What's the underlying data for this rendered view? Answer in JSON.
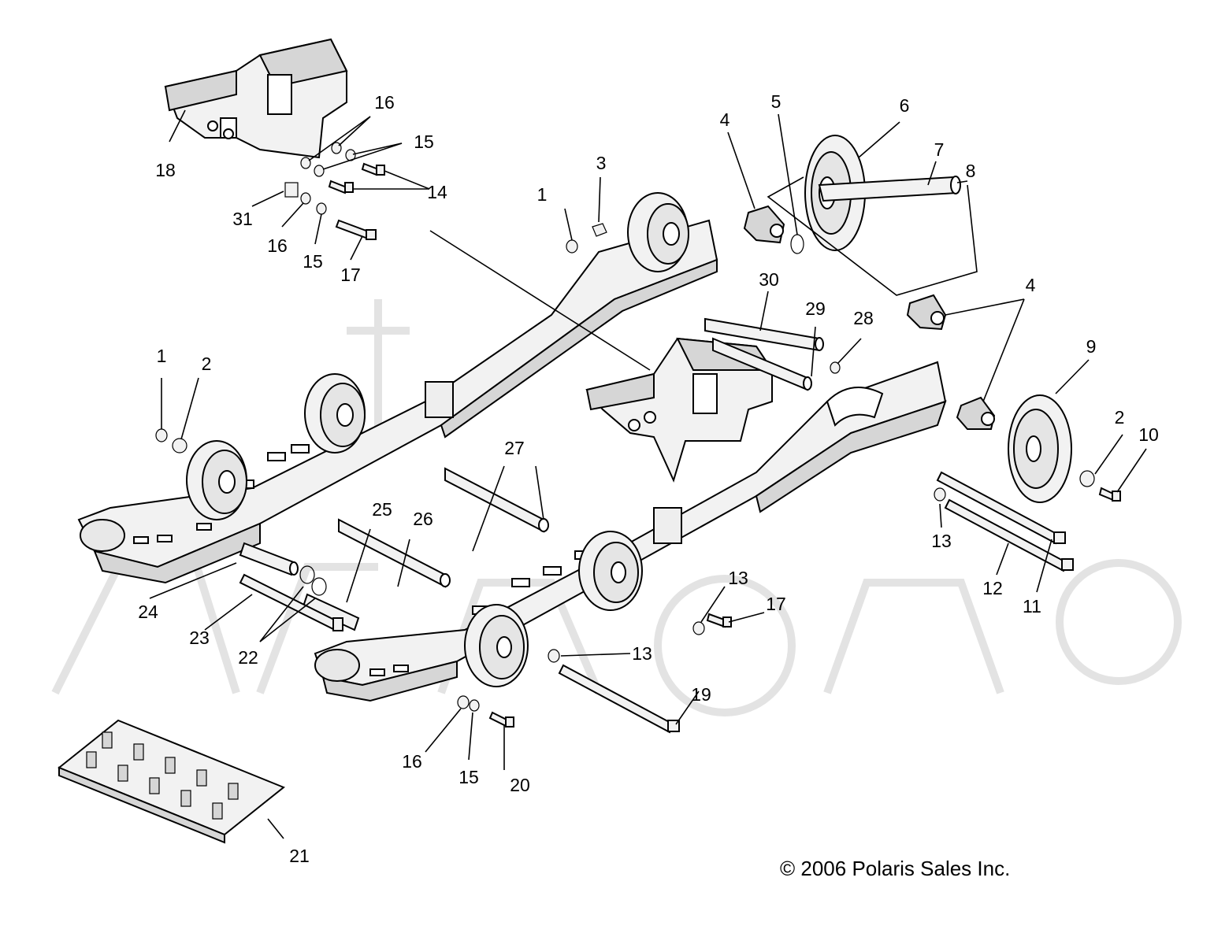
{
  "watermark_text": "",
  "copyright": "© 2006 Polaris Sales Inc.",
  "colors": {
    "part_fill": "#f2f2f2",
    "part_shade": "#d6d6d6",
    "watermark": "#ececec",
    "ink": "#000000"
  },
  "callouts": [
    "1",
    "2",
    "1",
    "3",
    "4",
    "5",
    "6",
    "7",
    "8",
    "4",
    "9",
    "2",
    "10",
    "11",
    "12",
    "13",
    "13",
    "13",
    "14",
    "15",
    "15",
    "16",
    "16",
    "16",
    "15",
    "17",
    "17",
    "18",
    "19",
    "20",
    "21",
    "22",
    "23",
    "24",
    "25",
    "26",
    "27",
    "28",
    "29",
    "30",
    "31"
  ]
}
